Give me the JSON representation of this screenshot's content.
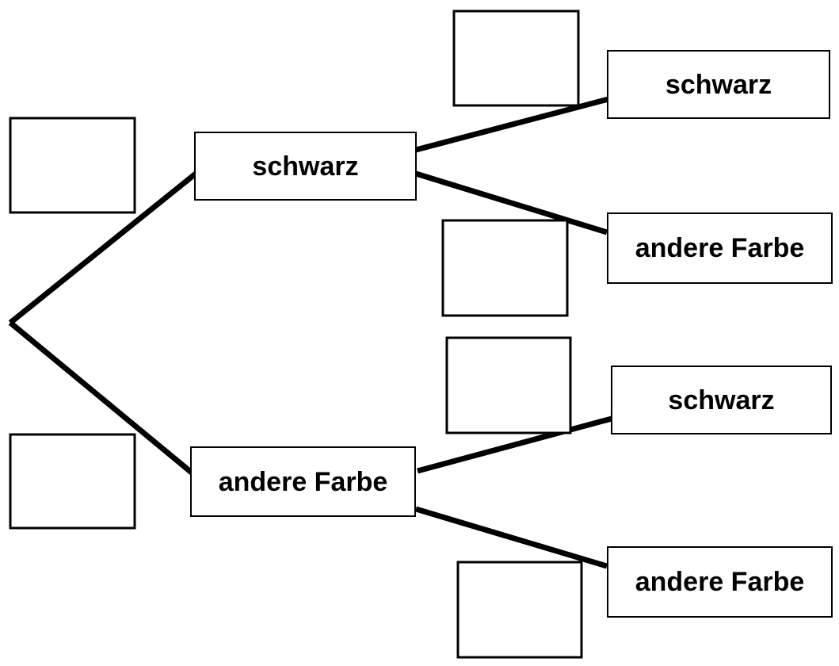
{
  "tree": {
    "level1": [
      {
        "id": "l1-black",
        "label": "schwarz"
      },
      {
        "id": "l1-other",
        "label": "andere Farbe"
      }
    ],
    "level2": [
      {
        "id": "l2-black-black",
        "parent": "l1-black",
        "label": "schwarz"
      },
      {
        "id": "l2-black-other",
        "parent": "l1-black",
        "label": "andere Farbe"
      },
      {
        "id": "l2-other-black",
        "parent": "l1-other",
        "label": "schwarz"
      },
      {
        "id": "l2-other-other",
        "parent": "l1-other",
        "label": "andere Farbe"
      }
    ],
    "probability_boxes": [
      {
        "branch": "l1-black",
        "value": ""
      },
      {
        "branch": "l1-other",
        "value": ""
      },
      {
        "branch": "l2-black-black",
        "value": ""
      },
      {
        "branch": "l2-black-other",
        "value": ""
      },
      {
        "branch": "l2-other-black",
        "value": ""
      },
      {
        "branch": "l2-other-other",
        "value": ""
      }
    ]
  },
  "colors": {
    "line": "#000000",
    "box_border": "#000000",
    "background": "#ffffff"
  }
}
